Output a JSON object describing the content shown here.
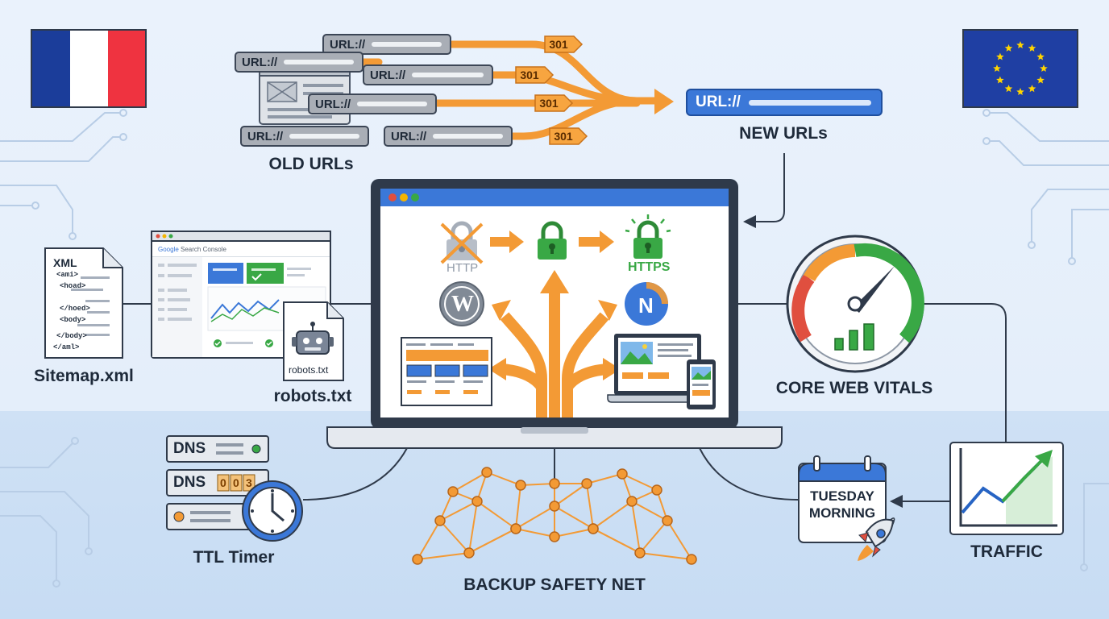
{
  "flags": {
    "left": "flag-france",
    "right": "flag-eu"
  },
  "old_urls": {
    "chip_prefix": "URL://",
    "label": "OLD URLs",
    "redirect_code": "301"
  },
  "new_urls": {
    "chip_prefix": "URL://",
    "label": "NEW URLs"
  },
  "sitemap": {
    "file_heading": "XML",
    "code_lines": [
      "<ami>",
      "<hoad>",
      "",
      "</hoed>",
      "<body>",
      "",
      "</body>",
      "</aml>"
    ],
    "label": "Sitemap.xml"
  },
  "search_console": {
    "brand": "Google",
    "product": " Search Console"
  },
  "robots": {
    "file_label": "robots.txt",
    "label": "robots.txt"
  },
  "laptop": {
    "http_label": "HTTP",
    "https_label": "HTTPS",
    "wp_letter": "W",
    "n_letter": "N"
  },
  "core_web_vitals": {
    "label": "CORE WEB VITALS"
  },
  "dns": {
    "row1": "DNS",
    "row2": "DNS",
    "digits": [
      "0",
      "0",
      "3"
    ],
    "label": "TTL Timer"
  },
  "safety_net": {
    "label": "BACKUP SAFETY NET"
  },
  "calendar": {
    "line1": "TUESDAY",
    "line2": "MORNING"
  },
  "traffic": {
    "label": "TRAFFIC"
  },
  "colors": {
    "orange": "#f39a35",
    "blue": "#3b78d8",
    "green": "#39a845",
    "red": "#e04f3f",
    "dark": "#2f3a4a"
  }
}
